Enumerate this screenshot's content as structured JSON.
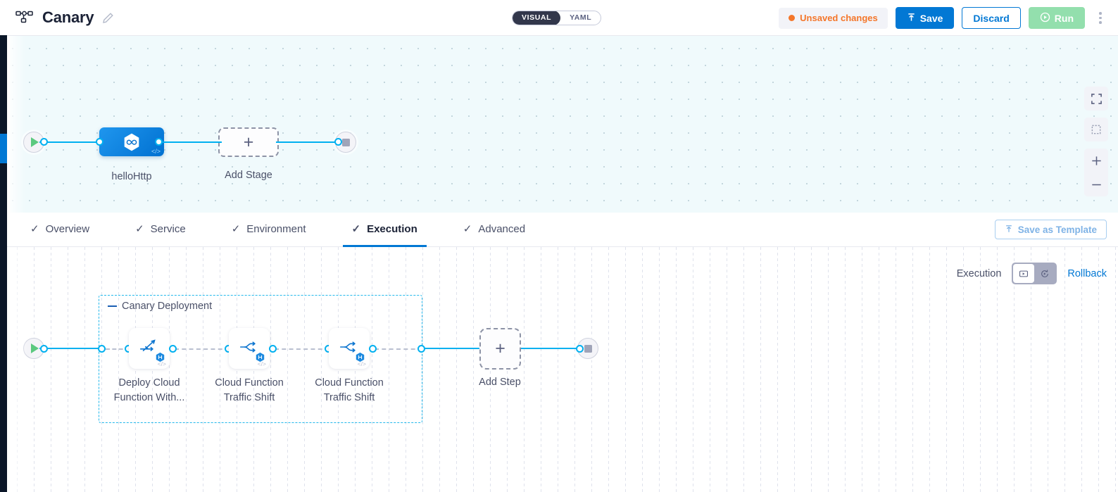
{
  "header": {
    "pipeline_icon": "pipeline-icon",
    "title": "Canary",
    "edit_icon": "pencil-icon",
    "view_toggle": {
      "visual": "VISUAL",
      "yaml": "YAML",
      "selected": "VISUAL"
    },
    "unsaved_label": "Unsaved changes",
    "save_label": "Save",
    "discard_label": "Discard",
    "run_label": "Run",
    "more_icon": "kebab-menu-icon"
  },
  "colors": {
    "accent_blue": "#0278d4",
    "edge_blue": "#00b0f0",
    "unsaved_orange": "#f4762a",
    "run_green": "#93dfad",
    "group_dashed": "#22b8ec"
  },
  "canvas_top": {
    "start_icon": "play-icon",
    "end_icon": "stop-icon",
    "stage": {
      "label": "helloHttp",
      "icon": "hexagon-infinity-icon",
      "code_tag": "</>"
    },
    "add_stage": {
      "label": "Add Stage",
      "icon": "plus-icon"
    },
    "controls": [
      {
        "name": "fit-screen-icon"
      },
      {
        "name": "selection-box-icon"
      },
      {
        "name": "zoom-in-icon",
        "glyph": "+"
      },
      {
        "name": "zoom-out-icon",
        "glyph": "−"
      }
    ]
  },
  "tabs": {
    "items": [
      {
        "label": "Overview",
        "check": "✓",
        "active": false
      },
      {
        "label": "Service",
        "check": "✓",
        "active": false
      },
      {
        "label": "Environment",
        "check": "✓",
        "active": false
      },
      {
        "label": "Execution",
        "check": "✓",
        "active": true
      },
      {
        "label": "Advanced",
        "check": "✓",
        "active": false
      }
    ],
    "save_template_label": "Save as Template",
    "save_template_icon": "template-upload-icon"
  },
  "execution": {
    "toolbar": {
      "label": "Execution",
      "toggle_execution_icon": "execution-view-icon",
      "toggle_rollback_icon": "rollback-view-icon",
      "selected": "execution",
      "rollback_link": "Rollback"
    },
    "start_icon": "play-icon",
    "end_icon": "stop-icon",
    "group": {
      "title": "Canary Deployment",
      "steps": [
        {
          "label_line1": "Deploy Cloud",
          "label_line2": "Function With...",
          "icon": "deploy-function-icon",
          "badge": "harness-hex-badge",
          "code_tag": "</>"
        },
        {
          "label_line1": "Cloud Function",
          "label_line2": "Traffic Shift",
          "icon": "traffic-shift-icon",
          "badge": "harness-hex-badge",
          "code_tag": "</>"
        },
        {
          "label_line1": "Cloud Function",
          "label_line2": "Traffic Shift",
          "icon": "traffic-shift-icon",
          "badge": "harness-hex-badge",
          "code_tag": "</>"
        }
      ]
    },
    "add_step": {
      "label": "Add Step",
      "icon": "plus-icon"
    }
  }
}
